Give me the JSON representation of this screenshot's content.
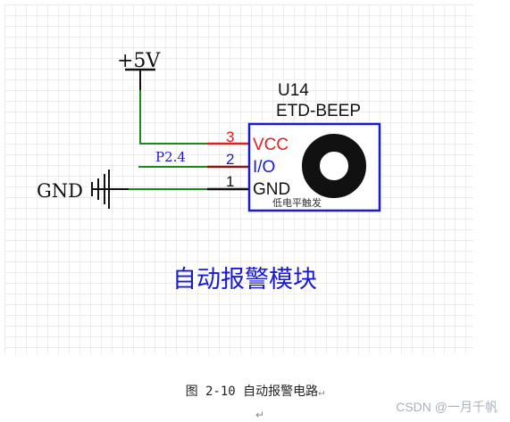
{
  "schematic": {
    "power_label": "+5V",
    "ground_label": "GND",
    "signal_label": "P2.4",
    "component": {
      "ref": "U14",
      "part": "ETD-BEEP",
      "note": "低电平触发",
      "pins": [
        {
          "number": "3",
          "name": "VCC",
          "color": "#e02020"
        },
        {
          "number": "2",
          "name": "I/O",
          "color": "#1a1ad6"
        },
        {
          "number": "1",
          "name": "GND",
          "color": "#111111"
        }
      ]
    },
    "module_title": "自动报警模块",
    "colors": {
      "wire": "#1a8a1a",
      "body": "#1a1ad6",
      "title": "#1a1ad6"
    }
  },
  "caption": {
    "text": "图 2-10 自动报警电路",
    "return_mark": "↵"
  },
  "watermark": "CSDN @一月千帆"
}
